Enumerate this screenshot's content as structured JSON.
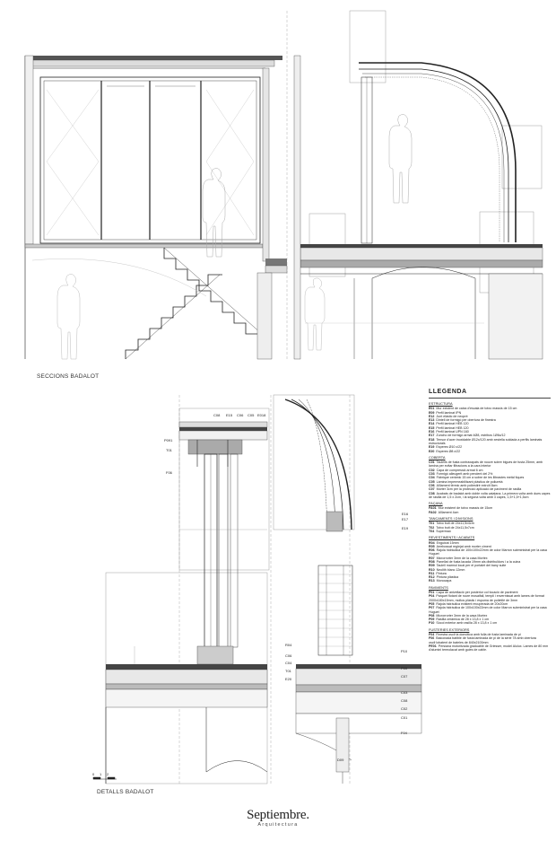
{
  "captions": {
    "sections": "SECCIONS BADALOT",
    "details": "DETALLS BADALOT"
  },
  "scale": {
    "labels": [
      "0",
      "1",
      "2"
    ]
  },
  "drawing_codes": {
    "top_row": [
      "C08",
      "E15",
      "C06",
      "C05",
      "E018"
    ],
    "left_side": [
      "P091",
      "T01",
      "F06"
    ],
    "left_bottom": [
      "R04",
      "C06",
      "C04",
      "T01",
      "E20"
    ],
    "arc_right": [
      "E16",
      "E17",
      "E19"
    ],
    "right_column": [
      "P10",
      "P09",
      "C07",
      "C03",
      "C08",
      "C02",
      "C01",
      "F04"
    ],
    "bottom": [
      "D09"
    ]
  },
  "legend": {
    "title": "LLEGENDA",
    "sections": [
      {
        "heading": "ESTRUCTURA",
        "items": [
          {
            "code": "E01",
            "text": "Mur existent de caixa d'escala de totxo massís de 15 cm"
          },
          {
            "code": "E09",
            "text": "Perfil laminat IPN"
          },
          {
            "code": "E12",
            "text": "Junt elàstic de neoprè"
          },
          {
            "code": "E13",
            "text": "Dintell de formigó per obertura de finestra"
          },
          {
            "code": "E14",
            "text": "Perfil laminat HEB 120"
          },
          {
            "code": "E15",
            "text": "Perfil laminat HEB 120"
          },
          {
            "code": "E16",
            "text": "Perfil laminat UPN 160"
          },
          {
            "code": "E17",
            "text": "Zuncho de formigó armat 4Ø8, estribos 1Ø6c/12"
          },
          {
            "code": "E18",
            "text": "Tensor d'acer inoxidable Ø12x/120 amb xestella soldada a perfils laminats estructurals"
          },
          {
            "code": "E19",
            "text": "Esperes Ø10 c/22"
          },
          {
            "code": "E20",
            "text": "Esperes Ø8 c/22"
          }
        ]
      },
      {
        "heading": "COBERTA",
        "items": [
          {
            "code": "C01",
            "text": "Taulells de fusta contraxapats de nouve sobre bigues de fusta 25mm, amb lamina per evitar filtracions a la cara interior"
          },
          {
            "code": "C02",
            "text": "Capa de compressió armat 6 cm"
          },
          {
            "code": "C03",
            "text": "Formigó alleugerit amb pendent del 2%"
          },
          {
            "code": "C04",
            "text": "Fàbrique ceràmic 15 cm a sobre de les llibrastes metàl·liques"
          },
          {
            "code": "C05",
            "text": "Làmina impermeabilitzant plàstica de poliuretà"
          },
          {
            "code": "C06",
            "text": "Aïllament tèrmic amb poliestirè extruït 8cm"
          },
          {
            "code": "C07",
            "text": "Morter 3cm per la protecció aplicació de paviment de rasilla"
          },
          {
            "code": "C08",
            "text": "Acabats de badalot amb doble volta catalana. La primera volta amb dues capes de rasilla de 1,5 x 2cm, i la segona volta amb 3 capes, 1,5+1,5+1,5cm"
          }
        ]
      },
      {
        "heading": "FAÇANA",
        "items": [
          {
            "code": "FA01",
            "text": "Mur existent de totxo massís de 15cm"
          },
          {
            "code": "FA02",
            "text": "Aïllament 4cm"
          }
        ]
      },
      {
        "heading": "TANCAMENTS I DIVISIONS",
        "items": [
          {
            "code": "T01",
            "text": "Totxo buit de 24x11,5x4cm"
          },
          {
            "code": "T02",
            "text": "Totxo buit de 24x11,5x7cm"
          },
          {
            "code": "T04",
            "text": "Supermaó"
          }
        ]
      },
      {
        "heading": "REVESTIMENTS I ACABATS",
        "items": [
          {
            "code": "R04",
            "text": "Enguixat 15mm"
          },
          {
            "code": "R05",
            "text": "Arrebossat reglejat amb morter ciment"
          },
          {
            "code": "R06",
            "text": "Rajola hidràulica de 100x100x22mm de color Marron subministrat per la casa Huguet"
          },
          {
            "code": "R07",
            "text": "Microrrorter 3mm de la casa Mortex"
          },
          {
            "code": "R08",
            "text": "Panellat de fusta lacada 19mm als distribuïdors i a la cuina"
          },
          {
            "code": "R09",
            "text": "Taulell marmol local per el portalet del bany suite"
          },
          {
            "code": "R10",
            "text": "Neolith blanc 12mm"
          },
          {
            "code": "R11",
            "text": "Pintura"
          },
          {
            "code": "R12",
            "text": "Pintura plàstica"
          },
          {
            "code": "R13",
            "text": "Monocapa"
          }
        ]
      },
      {
        "heading": "PAVIMENTS",
        "items": [
          {
            "code": "P01",
            "text": "Capa de anivellació per posterior col·locació de paviment"
          },
          {
            "code": "P04",
            "text": "Parquet flotant de roure mosaifali, templi i envernissat amb lames de format 2000x180x15mm, moltos plàstic i espuma de polietilè de 3mm"
          },
          {
            "code": "P05",
            "text": "Rajola hidràulica existent recuperada de 20x20cm"
          },
          {
            "code": "P07",
            "text": "Rajola hidràulica de 100x100x22mm de color Marron subministrat per la casa Huguet"
          },
          {
            "code": "P08",
            "text": "Microrrorter 3mm de la casa Mortex"
          },
          {
            "code": "P09",
            "text": "Rasilla ceràmica de 28 x 13,8 x 1 cm"
          },
          {
            "code": "P10",
            "text": "Sòcol exterior amb rasilla 28 x 13,8 x 1 cm"
          }
        ]
      },
      {
        "heading": "FUSTERIES EXTERIORS",
        "items": [
          {
            "code": "F04",
            "text": "Finestra oscil·la domòtica amb fulla de fusta laminada de pi"
          },
          {
            "code": "F06",
            "text": "Balconada batible de fusta laminada de pi de la sèrie 78 amb obertura oscil·lobatent de bateles de 840x2100mm"
          },
          {
            "code": "PE01",
            "text": "Persiana motoritzada graduable de Griesser, model Alulux. Lames de 80 mm d'alumini termolacat amb guies de cable."
          }
        ]
      }
    ]
  },
  "logo": {
    "name": "Septiembre.",
    "subtitle": "Arquitectura"
  }
}
